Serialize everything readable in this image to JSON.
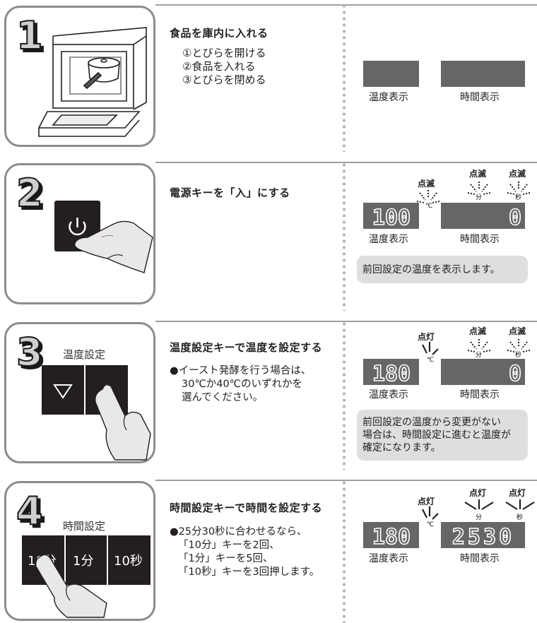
{
  "steps": [
    {
      "number": "1",
      "heading": "食品を庫内に入れる",
      "substeps": [
        "①とびらを開ける",
        "②食品を入れる",
        "③とびらを閉める"
      ],
      "temp_label": "温度表示",
      "time_label": "時間表示"
    },
    {
      "number": "2",
      "heading": "電源キーを「入」にする",
      "temp_state": "点滅",
      "min_state": "点滅",
      "sec_state": "点滅",
      "temp_value": "100",
      "time_value": "0",
      "temp_label": "温度表示",
      "time_label": "時間表示",
      "info": "前回設定の温度を表示します。"
    },
    {
      "number": "3",
      "panel_title": "温度設定",
      "heading": "温度設定キーで温度を設定する",
      "note_lines": [
        "●イースト発酵を行う場合は、",
        "30℃か40℃のいずれかを",
        "選んでください。"
      ],
      "temp_state": "点灯",
      "min_state": "点滅",
      "sec_state": "点滅",
      "temp_value": "180",
      "time_value": "0",
      "temp_label": "温度表示",
      "time_label": "時間表示",
      "info_lines": [
        "前回設定の温度から変更がない",
        "場合は、時間設定に進むと温度が",
        "確定になります。"
      ]
    },
    {
      "number": "4",
      "panel_title": "時間設定",
      "keys": [
        "10分",
        "1分",
        "10秒"
      ],
      "heading": "時間設定キーで時間を設定する",
      "note_lines": [
        "●25分30秒に合わせるなら、",
        "「10分」キーを2回、",
        "「1分」キーを5回、",
        "「10秒」キーを3回押します。"
      ],
      "temp_state": "点灯",
      "min_state": "点灯",
      "sec_state": "点灯",
      "temp_value": "180",
      "time_value": "2530",
      "temp_label": "温度表示",
      "time_label": "時間表示"
    }
  ],
  "unit_labels": {
    "celsius": "℃",
    "minute": "分",
    "second": "秒"
  },
  "icons": {
    "power": "power-icon",
    "down": "triangle-down-icon",
    "up": "triangle-up-icon",
    "hand": "pointing-hand-icon"
  }
}
